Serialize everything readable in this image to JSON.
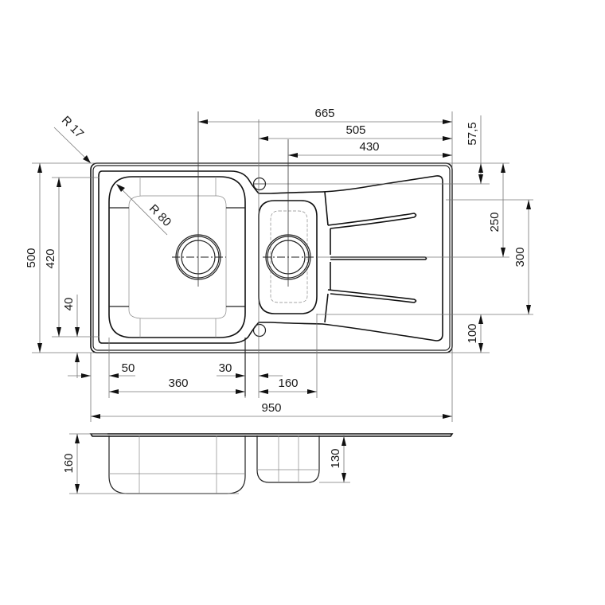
{
  "drawing": {
    "title": "Inset kitchen sink, 1.5 bowl with drainer - dimension drawing",
    "units": "mm",
    "colors": {
      "line": "#111111",
      "dimension": "#777777",
      "background": "#ffffff"
    }
  },
  "dimensions": {
    "top": {
      "d665": "665",
      "d505": "505",
      "d430": "430"
    },
    "right": {
      "d57_5": "57,5",
      "d250": "250",
      "d300": "300",
      "d100": "100"
    },
    "left": {
      "d500": "500",
      "d420": "420",
      "d40": "40"
    },
    "bottom": {
      "d50": "50",
      "d30": "30",
      "d360": "360",
      "d160": "160",
      "d950": "950"
    },
    "radii": {
      "r17": "R 17",
      "r80": "R 80"
    },
    "section": {
      "d160": "160",
      "d130": "130"
    }
  }
}
